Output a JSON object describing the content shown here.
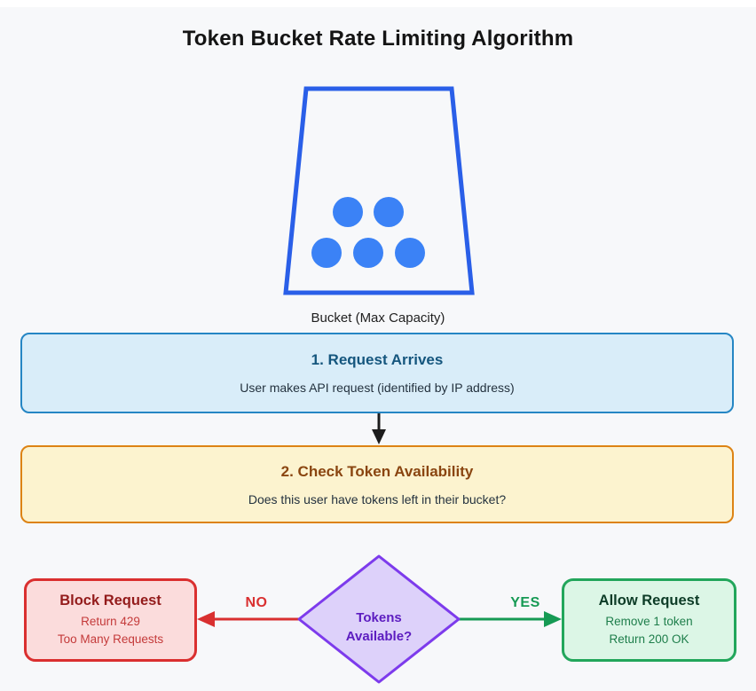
{
  "page": {
    "title": "Token Bucket Rate Limiting Algorithm",
    "background": "#f7f8fa"
  },
  "bucket": {
    "label": "Bucket (Max Capacity)",
    "token_count": 5,
    "outline_color": "#2a5fe8",
    "token_color": "#3b82f6"
  },
  "steps": [
    {
      "title": "1. Request Arrives",
      "subtitle": "User makes API request (identified by IP address)",
      "bg": "#d9edf9",
      "border": "#2586c4",
      "title_color": "#15567e"
    },
    {
      "title": "2. Check Token Availability",
      "subtitle": "Does this user have tokens left in their bucket?",
      "bg": "#fcf3cf",
      "border": "#dd8314",
      "title_color": "#8a4510"
    }
  ],
  "decision": {
    "line1": "Tokens",
    "line2": "Available?",
    "fill": "#ddd1fa",
    "border": "#7d3bec",
    "text_color": "#5c1cc0"
  },
  "no_branch": {
    "label": "NO",
    "arrow_color": "#d93030",
    "box": {
      "title": "Block Request",
      "line1": "Return 429",
      "line2": "Too Many Requests",
      "bg": "#fbdcdc",
      "border": "#da2f2f",
      "title_color": "#931b1b",
      "text_color": "#c43a3a"
    }
  },
  "yes_branch": {
    "label": "YES",
    "arrow_color": "#169a54",
    "box": {
      "title": "Allow Request",
      "line1": "Remove 1 token",
      "line2": "Return 200 OK",
      "bg": "#dcf6e6",
      "border": "#22a65b",
      "title_color": "#0d3c27",
      "text_color": "#1e7e4b"
    }
  }
}
